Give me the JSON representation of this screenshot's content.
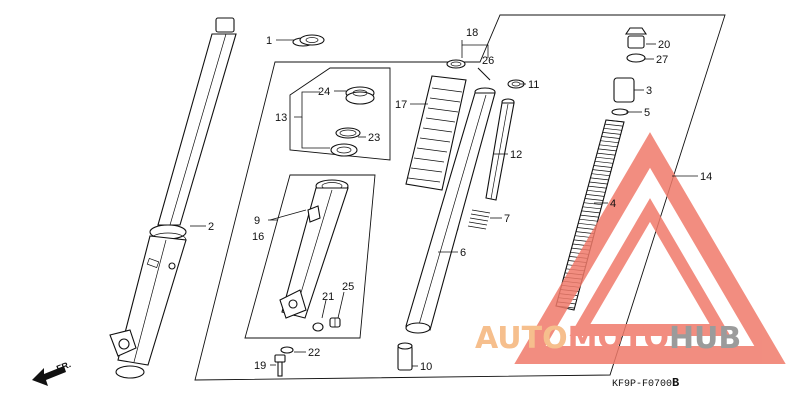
{
  "diagram_code": "KF9P-F0700",
  "diagram_code_suffix": "B",
  "direction_label": "FR.",
  "watermark": {
    "brand_a": "AUTO",
    "brand_b": "MOTO",
    "brand_c": "HUB",
    "color_a": "#f5b47a",
    "color_b": "#f07a6a",
    "color_c": "#8a8a8a"
  },
  "callouts": {
    "c1": "1",
    "c2": "2",
    "c3": "3",
    "c4": "4",
    "c5": "5",
    "c6": "6",
    "c7": "7",
    "c9": "9",
    "c10": "10",
    "c11": "11",
    "c12": "12",
    "c13": "13",
    "c14": "14",
    "c16": "16",
    "c17": "17",
    "c18": "18",
    "c19": "19",
    "c20": "20",
    "c21": "21",
    "c22": "22",
    "c23": "23",
    "c24": "24",
    "c25": "25",
    "c26": "26",
    "c27": "27"
  }
}
